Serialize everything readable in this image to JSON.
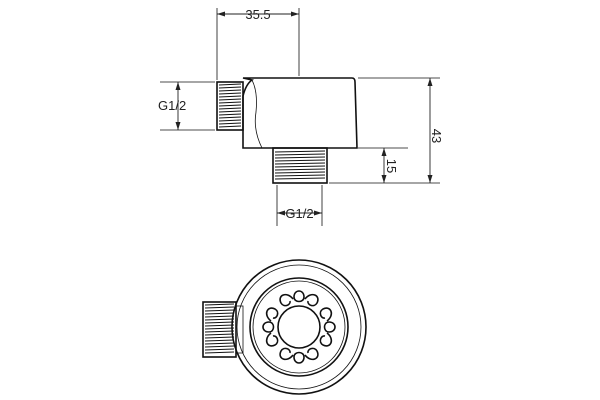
{
  "dimensions": {
    "top_width": "35.5",
    "side_thread": "G1/2",
    "total_height": "43",
    "outlet_height": "15",
    "bottom_thread": "G1/2"
  },
  "colors": {
    "line": "#111111",
    "background": "#ffffff"
  }
}
